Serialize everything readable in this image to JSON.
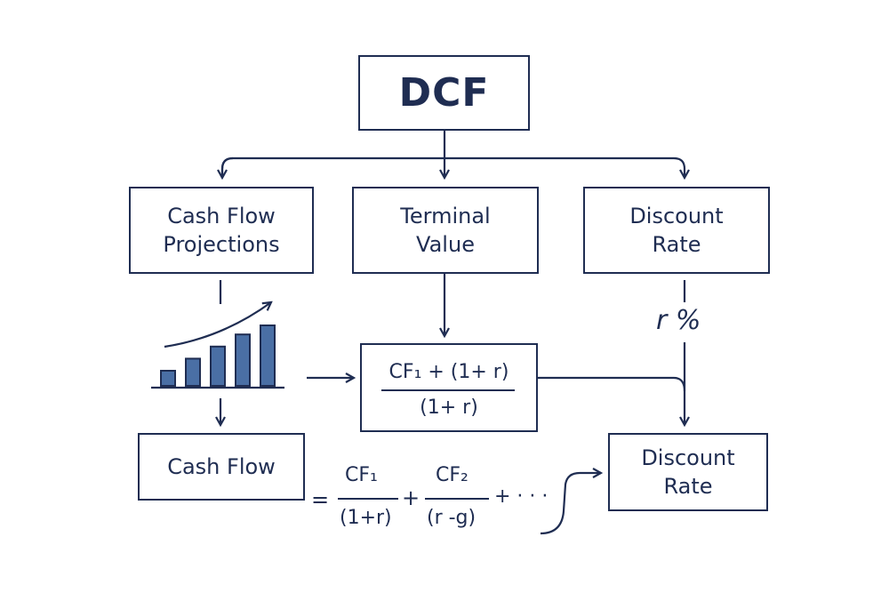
{
  "root": {
    "label": "DCF"
  },
  "components": {
    "cash_flow_projections": {
      "line1": "Cash Flow",
      "line2": "Projections"
    },
    "terminal_value": {
      "line1": "Terminal",
      "line2": "Value"
    },
    "discount_rate": {
      "line1": "Discount",
      "line2": "Rate"
    }
  },
  "rate_label": "r %",
  "terminal_formula": {
    "numerator": "CF₁ + (1+ r)",
    "denominator": "(1+ r)"
  },
  "cash_flow_box": {
    "label": "Cash Flow"
  },
  "equation": {
    "equals": "=",
    "term1_num": "CF₁",
    "term1_den": "(1+r)",
    "plus1": "+",
    "term2_num": "CF₂",
    "term2_den": "(r -g)",
    "plus2": "+ · · ·"
  },
  "discount_rate_box": {
    "line1": "Discount",
    "line2": "Rate"
  },
  "colors": {
    "ink": "#1f2d52",
    "bar_fill": "#4a6fa5"
  },
  "bar_chart_icon": {
    "icon": "bar-chart-icon",
    "bar_levels": [
      0.25,
      0.45,
      0.65,
      0.85,
      1.0
    ]
  }
}
